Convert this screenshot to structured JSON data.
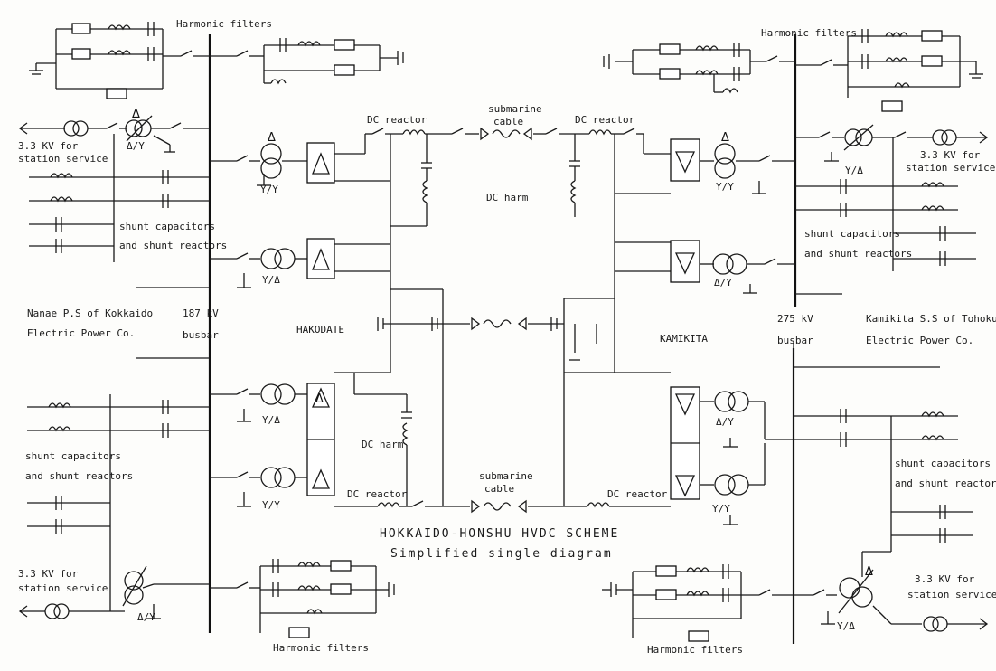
{
  "labels": {
    "harmonic_filters_top_left": "Harmonic filters",
    "harmonic_filters_top_right": "Harmonic filters",
    "harmonic_filters_bottom_left": "Harmonic filters",
    "harmonic_filters_bottom_right": "Harmonic filters",
    "submarine_cable_top": [
      "submarine",
      "cable"
    ],
    "submarine_cable_bottom": [
      "submarine",
      "cable"
    ],
    "dc_reactor_top_left": "DC reactor",
    "dc_reactor_top_right": "DC reactor",
    "dc_reactor_bottom_left": "DC reactor",
    "dc_reactor_bottom_right": "DC reactor",
    "dc_harm_top": "DC harm",
    "dc_harm_bottom": "DC harm",
    "station_service_top_left": [
      "3.3 KV for",
      "station service"
    ],
    "station_service_top_right": [
      "3.3 KV for",
      "station service"
    ],
    "station_service_bottom_left": [
      "3.3 KV for",
      "station service"
    ],
    "station_service_bottom_right": [
      "3.3 KV for",
      "station service"
    ],
    "shunt_left_top": [
      "shunt capacitors",
      "and shunt reactors"
    ],
    "shunt_left_bottom": [
      "shunt capacitors",
      "and shunt reactors"
    ],
    "shunt_right_top": [
      "shunt capacitors",
      "and shunt reactors"
    ],
    "shunt_right_bottom": [
      "shunt capacitors",
      "and shunt reactors"
    ],
    "nanae": [
      "Nanae P.S of Kokkaido",
      "Electric Power Co."
    ],
    "kamikita_ss": [
      "Kamikita S.S of Tohoku",
      "Electric Power Co."
    ],
    "busbar_left": [
      "187 kV",
      "busbar"
    ],
    "busbar_right": [
      "275 kV",
      "busbar"
    ],
    "hakodate": "HAKODATE",
    "kamikita": "KAMIKITA",
    "scheme_title": "HOKKAIDO-HONSHU HVDC SCHEME",
    "scheme_subtitle": "Simplified single diagram"
  },
  "winding": {
    "delta": "Δ",
    "y_y": "Y/Y",
    "y_delta": "Y/Δ",
    "delta_y": "Δ/Y"
  },
  "icons": [
    "transformer-icon",
    "capacitor-icon",
    "reactor-icon",
    "resistor-icon",
    "switch-icon",
    "ground-icon",
    "thyristor-valve-icon",
    "arrow-icon"
  ]
}
